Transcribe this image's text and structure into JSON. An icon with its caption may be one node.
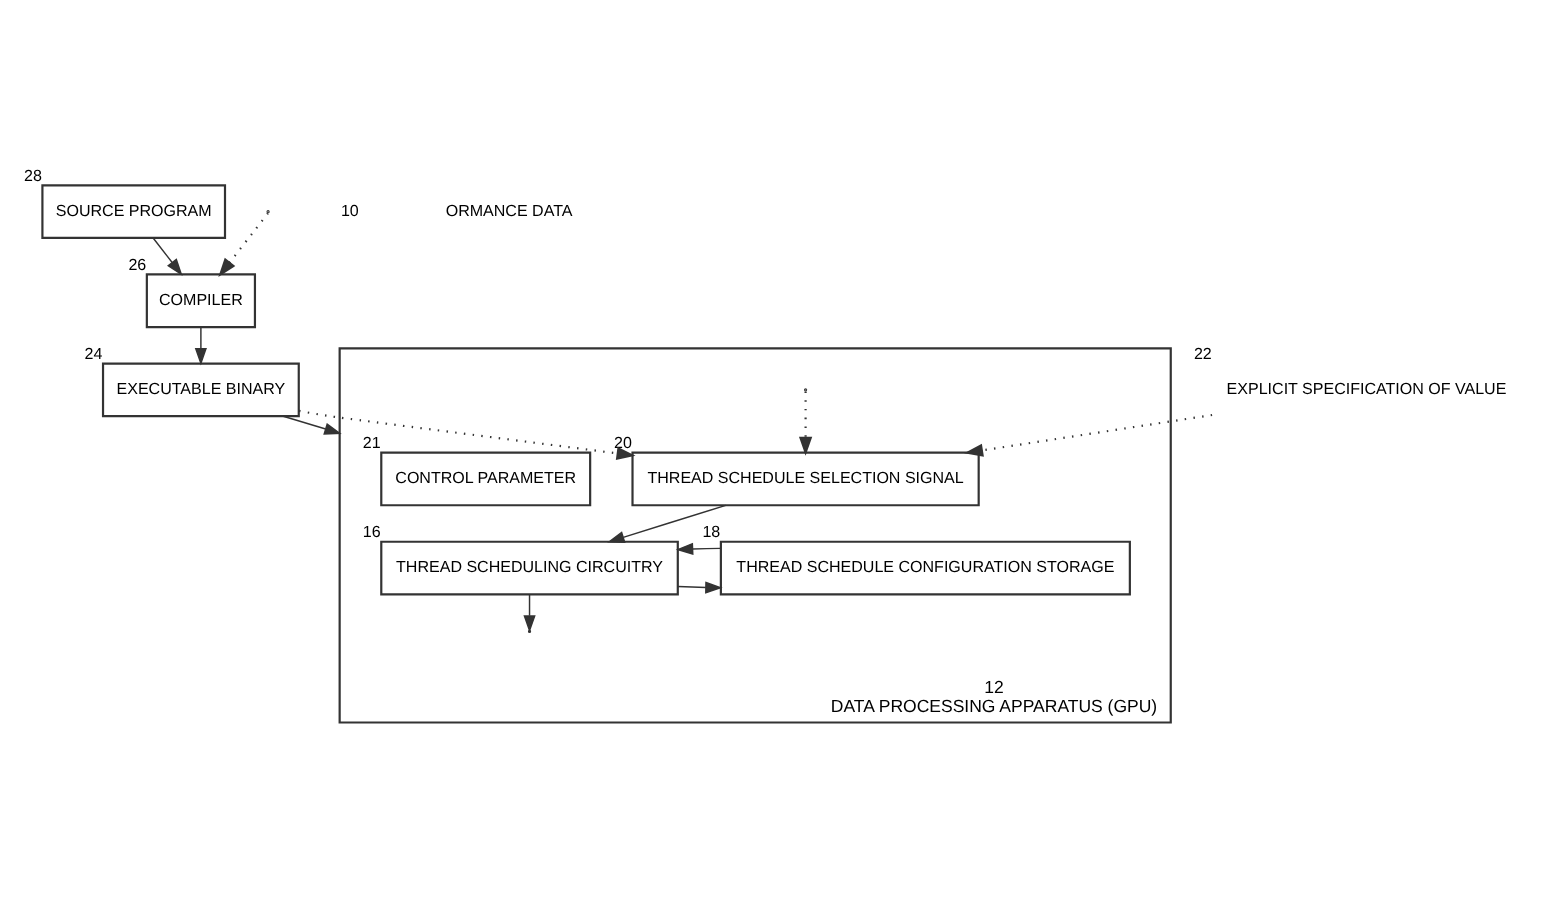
{
  "diagram": {
    "nodes": [
      {
        "text": [
          "SOURCE PROGRAM"
        ],
        "beside": [
          "28"
        ]
      },
      {
        "text": [
          "COMPILER"
        ],
        "beside": [
          "26"
        ]
      },
      {
        "text": [
          "EXECUTABLE BINARY"
        ],
        "beside": [
          "24"
        ]
      },
      {
        "text": [
          "DATA PROCESSING APPARATUS (GPU)"
        ],
        "beside": [
          "12"
        ]
      },
      {
        "text": [
          "THREAD SCHEDULE SELECTION SIGNAL"
        ],
        "in": 3,
        "beside": [
          "20"
        ]
      },
      {
        "text": [
          "CONTROL PARAMETER"
        ],
        "in": 3,
        "beside": [
          "21"
        ]
      },
      {
        "text": [
          "THREAD SCHEDULING CIRCUITRY"
        ],
        "in": 3,
        "beside": [
          "16"
        ]
      },
      {
        "text": [
          "THREAD SCHEDULE CONFIGURATION STORAGE"
        ],
        "in": 3,
        "beside": [
          "18"
        ]
      },
      {
        "text": [
          "EXPLICIT SPECIFICATION OF VALUE"
        ],
        "beside": [
          "22"
        ]
      }
    ],
    "edges": [
      {
        "from": 0,
        "to": 1,
        "arrow": "to"
      },
      {
        "from": 1,
        "to": 2,
        "arrow": "to"
      },
      {
        "from": 2,
        "to": 3,
        "arrow": "to"
      },
      {
        "from": 2,
        "to": 4,
        "arrow": "to",
        "style": "dashed"
      },
      {
        "from": 8,
        "to": 4,
        "arrow": "to",
        "style": "dashed"
      },
      {
        "from": null,
        "to": 1,
        "arrow": "to",
        "style": "dashed"
      },
      {
        "from": 4,
        "to": 6,
        "arrow": "to"
      },
      {
        "from": null,
        "to": 4,
        "arrow": "to",
        "style": "dashed"
      },
      {
        "from": 6,
        "to": 7,
        "arrow": "to"
      },
      {
        "from": 7,
        "to": 6,
        "arrow": "to"
      },
      {
        "from": 6,
        "to": null,
        "arrow": "to"
      }
    ],
    "labels": [
      "10",
      "ORMANCE DATA"
    ]
  }
}
